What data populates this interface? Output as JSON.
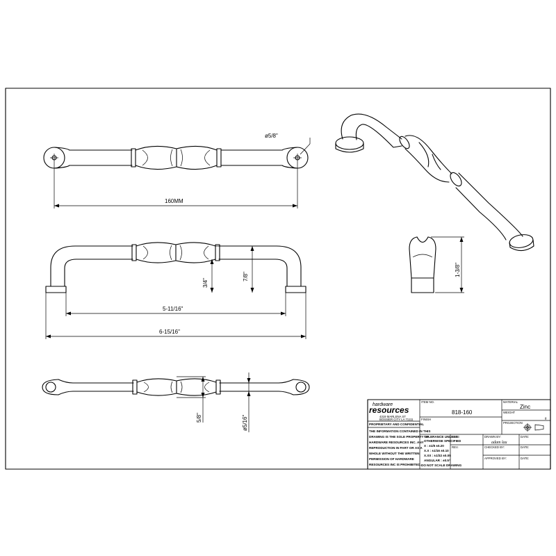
{
  "dimensions": {
    "hole_dia": "ø5/8\"",
    "cc_top": "160MM",
    "proj_inner": "3/4\"",
    "proj_outer": "7/8\"",
    "cc_inch": "5-11/16\"",
    "overall_length": "6-15/16\"",
    "side_height": "1-3/8\"",
    "grip_width": "5/8\"",
    "bar_dia": "ø5/16\""
  },
  "title_block": {
    "logo_line1": "hardware",
    "logo_line2": "resources",
    "address1": "4319 MARLENA ST",
    "address2": "BOSSIER CITY    LA 71111",
    "proprietary_heading": "PROPRIETARY AND CONFIDENTIAL",
    "proprietary_text": [
      "THE INFORMATION CONTAINED IN THIS",
      "DRAWING IS THE SOLE PROPERTY OF",
      "HARDWARE RESOURCES INC. ANY",
      "REPRODUCTION IN PART OR AS A",
      "WHOLE WITHOUT THE WRITTEN",
      "PERMISSION OF HARDWARE",
      "RESOURCES INC IS PROHIBITED."
    ],
    "item_label": "ITEM NO.",
    "item_value": "818-160",
    "finish_label": "FINISH",
    "material_label": "MATERIAL",
    "material_value": "Zinc",
    "weight_label": "WEIGHT",
    "weight_value": "g",
    "projection_label": "PROJECTION",
    "tolerance_lines": [
      "TOLERANCE UNLESS",
      "OTHERWISE SPECIFIED",
      "X : ±1/8   ±0.20",
      "X.X : ±1/16   ±0.10",
      "X.XX : ±1/32   ±0.05",
      "ANGULAR : ±0.5°",
      "DO NOT SCALE DRAWING"
    ],
    "date_label": "DATE",
    "rev_label": "REV.",
    "drawn_label": "DRAWN BY:",
    "drawn_signature": "adam lau",
    "checked_label": "CHECKED BY:",
    "approved_label": "APPROVED BY:",
    "date_small": "DATE:"
  }
}
